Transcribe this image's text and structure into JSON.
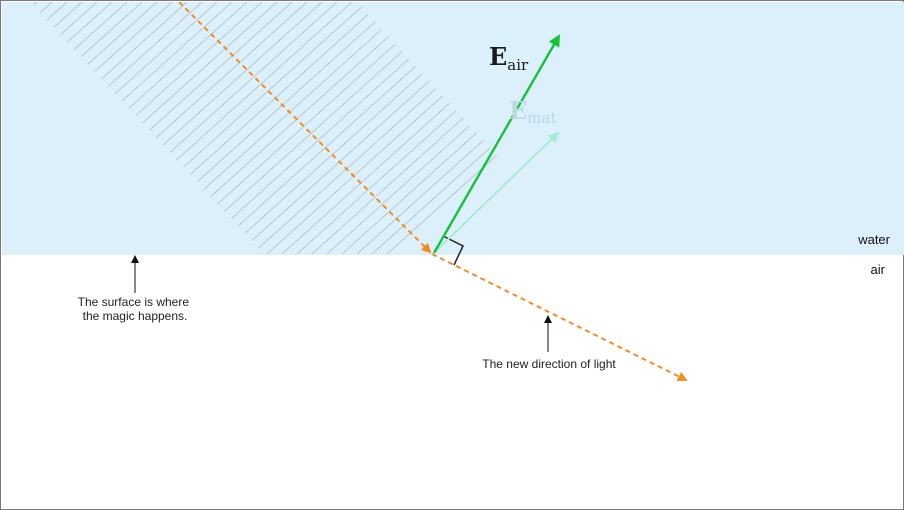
{
  "regions": {
    "upper_label": "water",
    "lower_label": "air"
  },
  "vectors": {
    "e_air": {
      "main": "E",
      "sub": "air"
    },
    "e_mat": {
      "main": "E",
      "sub": "mat"
    }
  },
  "annotations": {
    "surface_note": [
      "The surface is where",
      "the magic happens."
    ],
    "direction_note": "The new direction of light"
  },
  "colors": {
    "water_fill": "#dcf0fc",
    "hatch": "#b7c6cf",
    "ray": "#f28c1b",
    "e_air": "#14c23a",
    "e_mat": "#a8ecd0"
  }
}
